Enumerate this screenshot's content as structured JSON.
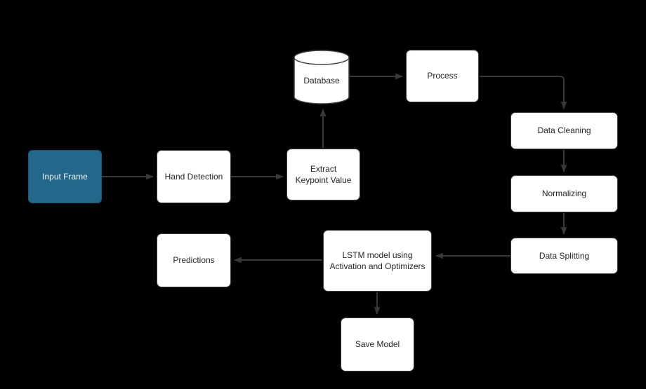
{
  "colors": {
    "background": "#000000",
    "node_fill": "#ffffff",
    "node_stroke": "#3f3f3f",
    "accent_fill": "#21688A",
    "edge": "#37383a",
    "text": "#252525",
    "accent_text": "#f5f5f5"
  },
  "nodes": {
    "input_frame": {
      "label": "Input Frame",
      "shape": "rounded-rect",
      "fill": "#21688A"
    },
    "hand_detection": {
      "label": "Hand Detection",
      "shape": "rounded-rect"
    },
    "extract_keypoint": {
      "label": "Extract Keypoint Value",
      "shape": "rounded-rect"
    },
    "database": {
      "label": "Database",
      "shape": "cylinder"
    },
    "process": {
      "label": "Process",
      "shape": "rounded-rect"
    },
    "data_cleaning": {
      "label": "Data Cleaning",
      "shape": "rounded-rect"
    },
    "normalizing": {
      "label": "Normalizing",
      "shape": "rounded-rect"
    },
    "data_splitting": {
      "label": "Data Splitting",
      "shape": "rounded-rect"
    },
    "lstm": {
      "label": "LSTM model using Activation and Optimizers",
      "shape": "rounded-rect"
    },
    "predictions": {
      "label": "Predictions",
      "shape": "rounded-rect"
    },
    "save_model": {
      "label": "Save Model",
      "shape": "rounded-rect"
    }
  },
  "edges": [
    {
      "from": "input_frame",
      "to": "hand_detection"
    },
    {
      "from": "hand_detection",
      "to": "extract_keypoint"
    },
    {
      "from": "extract_keypoint",
      "to": "database"
    },
    {
      "from": "database",
      "to": "process"
    },
    {
      "from": "process",
      "to": "data_cleaning"
    },
    {
      "from": "data_cleaning",
      "to": "normalizing"
    },
    {
      "from": "normalizing",
      "to": "data_splitting"
    },
    {
      "from": "data_splitting",
      "to": "lstm"
    },
    {
      "from": "lstm",
      "to": "predictions"
    },
    {
      "from": "lstm",
      "to": "save_model"
    }
  ]
}
